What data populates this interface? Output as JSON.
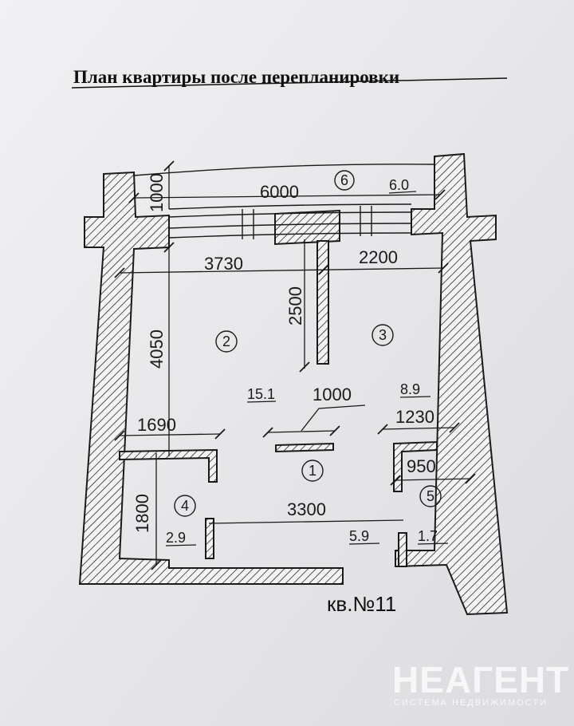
{
  "title": "План квартиры после перепланировки",
  "apartment_label": "кв.№11",
  "watermark": {
    "brand": "НЕАГЕНТ",
    "tagline": "СИСТЕМА НЕДВИЖИМОСТИ"
  },
  "dimensions": {
    "balcony_width": "6000",
    "balcony_depth": "1000",
    "room2_width": "3730",
    "room3_width": "2200",
    "partition_length": "2500",
    "room2_depth": "4050",
    "opening_width": "1000",
    "room4_width": "1690",
    "room5_width_outer": "1230",
    "room5_width_inner": "950",
    "room4_depth": "1800",
    "hall_width": "3300"
  },
  "rooms": [
    {
      "number": "1",
      "area": "5.9"
    },
    {
      "number": "2",
      "area": "15.1"
    },
    {
      "number": "3",
      "area": "8.9"
    },
    {
      "number": "4",
      "area": "2.9"
    },
    {
      "number": "5",
      "area": "1.7"
    },
    {
      "number": "6",
      "area": "6.0"
    }
  ]
}
